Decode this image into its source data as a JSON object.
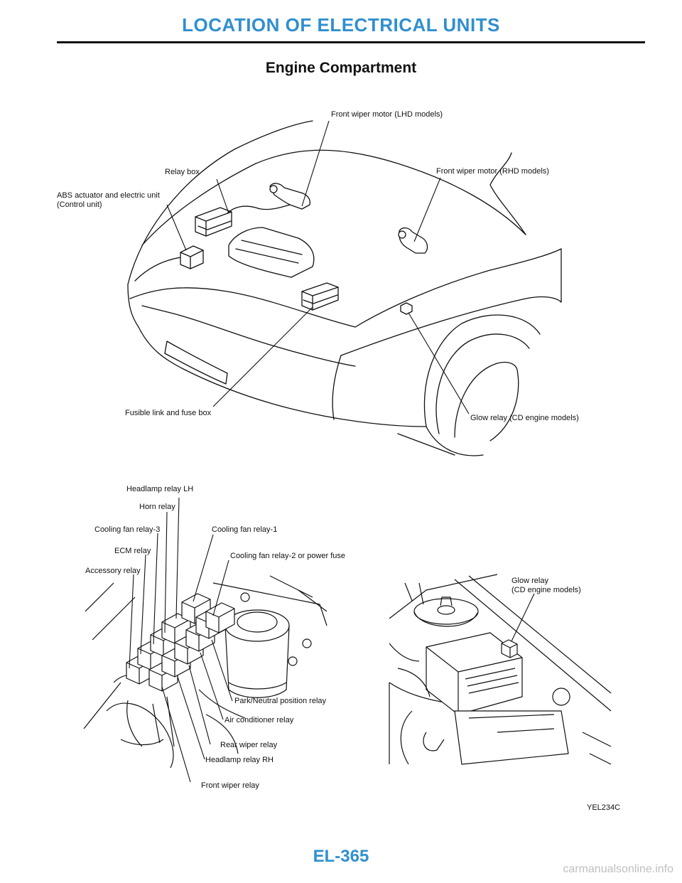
{
  "header": {
    "section_title": "LOCATION OF ELECTRICAL UNITS"
  },
  "page_heading": "Engine Compartment",
  "labels_top": {
    "front_wiper_lhd": "Front wiper motor (LHD models)",
    "relay_box": "Relay box",
    "front_wiper_rhd": "Front wiper motor (RHD models)",
    "abs_actuator_line1": "ABS actuator and electric unit",
    "abs_actuator_line2": "(Control unit)",
    "fusible_link": "Fusible link and fuse box",
    "glow_relay_cd": "Glow relay (CD engine models)"
  },
  "labels_relay": {
    "headlamp_lh": "Headlamp relay LH",
    "horn": "Horn relay",
    "cooling_fan_3": "Cooling fan relay-3",
    "cooling_fan_1": "Cooling fan relay-1",
    "ecm": "ECM relay",
    "cooling_fan_2": "Cooling fan relay-2 or power fuse",
    "accessory": "Accessory relay",
    "park_neutral": "Park/Neutral position relay",
    "air_conditioner": "Air conditioner relay",
    "rear_wiper": "Rear wiper relay",
    "headlamp_rh": "Headlamp relay RH",
    "front_wiper": "Front wiper relay"
  },
  "labels_glow": {
    "line1": "Glow relay",
    "line2": "(CD engine models)"
  },
  "figure_code": "YEL234C",
  "page_number": "EL-365",
  "watermark": "carmanualsonline.info"
}
